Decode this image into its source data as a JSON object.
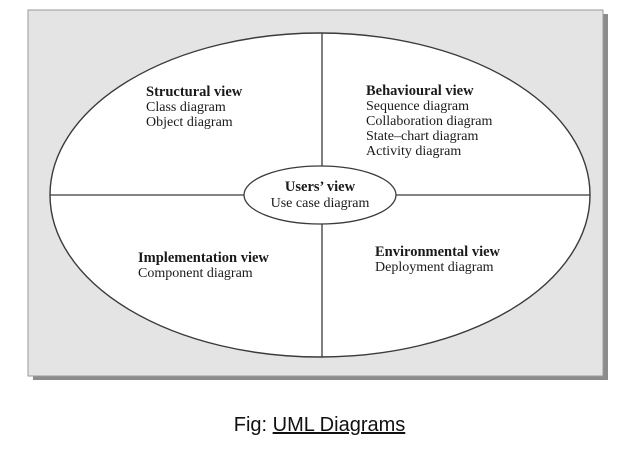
{
  "diagram": {
    "center": {
      "title": "Users’ view",
      "items": [
        "Use case diagram"
      ]
    },
    "top_left": {
      "title": "Structural view",
      "items": [
        "Class diagram",
        "Object diagram"
      ]
    },
    "top_right": {
      "title": "Behavioural view",
      "items": [
        "Sequence diagram",
        "Collaboration diagram",
        "State–chart diagram",
        "Activity diagram"
      ]
    },
    "bottom_left": {
      "title": "Implementation view",
      "items": [
        "Component diagram"
      ]
    },
    "bottom_right": {
      "title": "Environmental view",
      "items": [
        "Deployment diagram"
      ]
    }
  },
  "caption": {
    "prefix": "Fig: ",
    "link_text": "UML Diagrams"
  }
}
